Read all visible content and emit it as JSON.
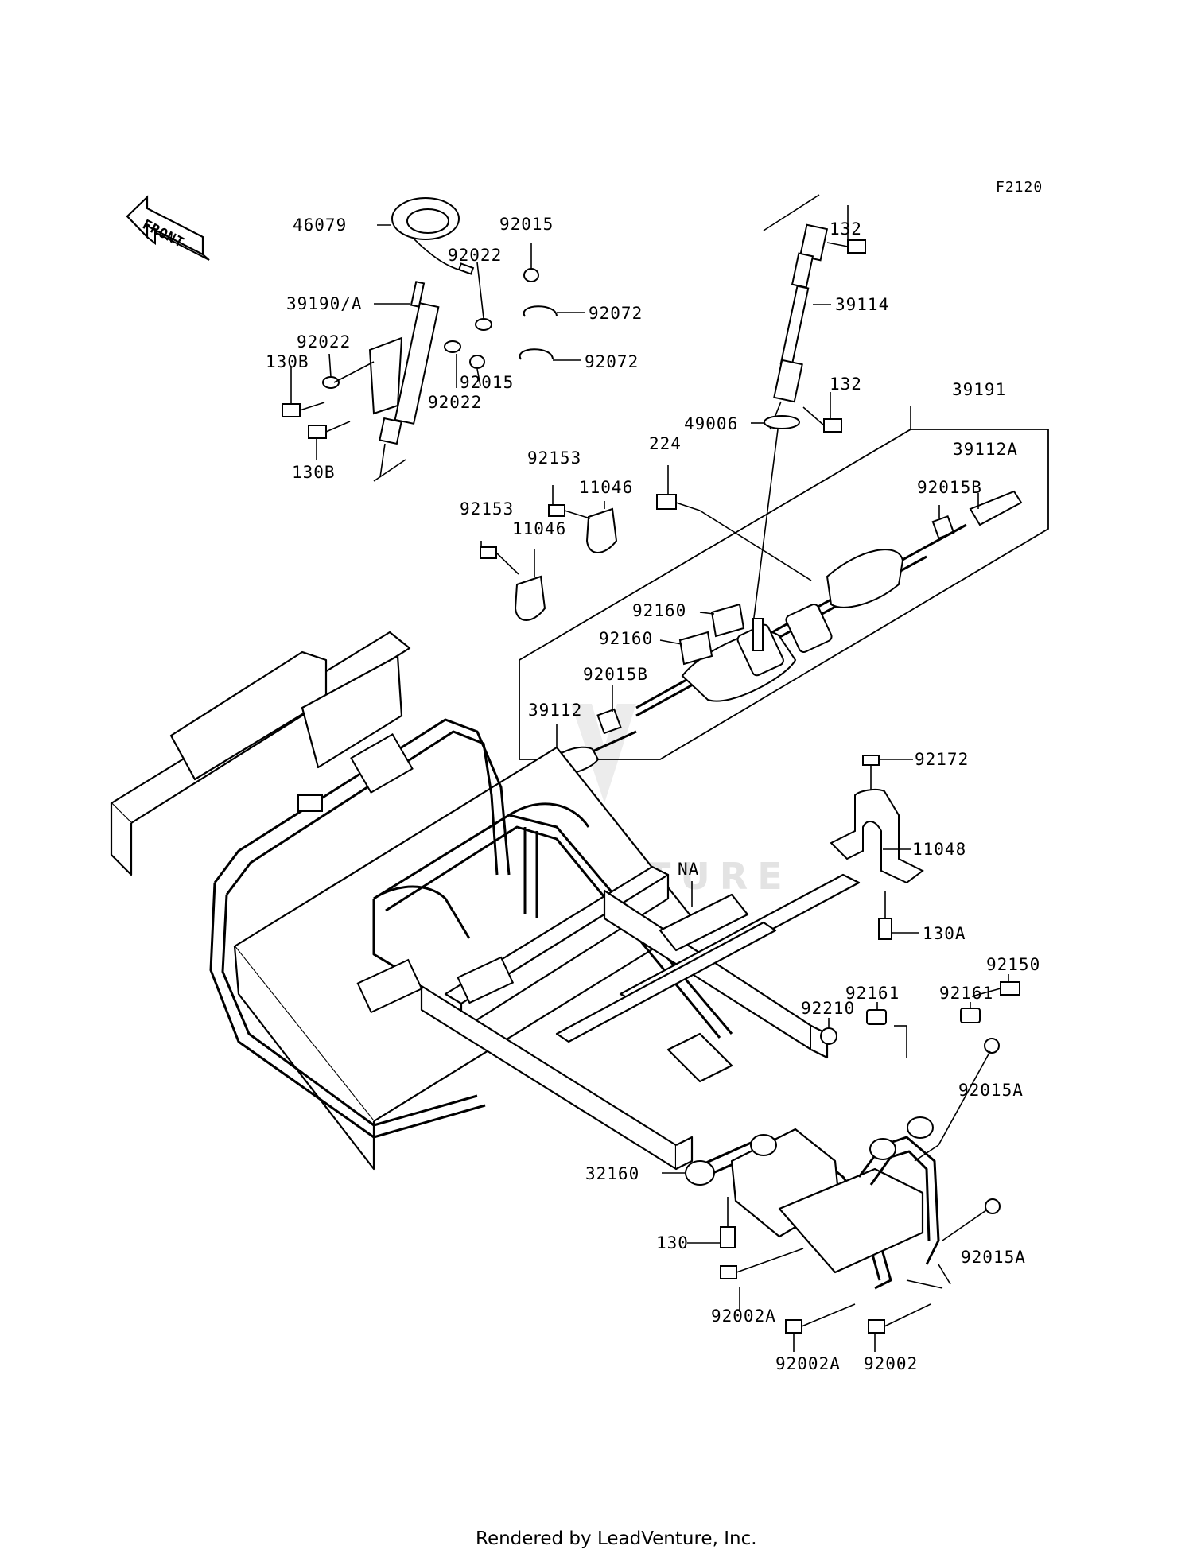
{
  "diagram": {
    "figure_code": "F2120",
    "front_label": "FRONT",
    "watermark": "LEADVENTURE",
    "footer": "Rendered by LeadVenture, Inc.",
    "callouts": [
      {
        "id": "46079",
        "text": "46079"
      },
      {
        "id": "92015-top",
        "text": "92015"
      },
      {
        "id": "92022-top",
        "text": "92022"
      },
      {
        "id": "39190A",
        "text": "39190/A"
      },
      {
        "id": "92072-a",
        "text": "92072"
      },
      {
        "id": "92022-left",
        "text": "92022"
      },
      {
        "id": "92072-b",
        "text": "92072"
      },
      {
        "id": "130B-a",
        "text": "130B"
      },
      {
        "id": "92015-mid",
        "text": "92015"
      },
      {
        "id": "92022-mid",
        "text": "92022"
      },
      {
        "id": "130B-b",
        "text": "130B"
      },
      {
        "id": "132-a",
        "text": "132"
      },
      {
        "id": "39114",
        "text": "39114"
      },
      {
        "id": "132-b",
        "text": "132"
      },
      {
        "id": "39191",
        "text": "39191"
      },
      {
        "id": "49006",
        "text": "49006"
      },
      {
        "id": "224",
        "text": "224"
      },
      {
        "id": "39112A",
        "text": "39112A"
      },
      {
        "id": "92153-a",
        "text": "92153"
      },
      {
        "id": "11046-a",
        "text": "11046"
      },
      {
        "id": "92015B-a",
        "text": "92015B"
      },
      {
        "id": "92153-b",
        "text": "92153"
      },
      {
        "id": "11046-b",
        "text": "11046"
      },
      {
        "id": "92160-a",
        "text": "92160"
      },
      {
        "id": "92160-b",
        "text": "92160"
      },
      {
        "id": "92015B-b",
        "text": "92015B"
      },
      {
        "id": "39112",
        "text": "39112"
      },
      {
        "id": "92172",
        "text": "92172"
      },
      {
        "id": "11048",
        "text": "11048"
      },
      {
        "id": "NA",
        "text": "NA"
      },
      {
        "id": "130A",
        "text": "130A"
      },
      {
        "id": "92150",
        "text": "92150"
      },
      {
        "id": "92161-a",
        "text": "92161"
      },
      {
        "id": "92161-b",
        "text": "92161"
      },
      {
        "id": "92210",
        "text": "92210"
      },
      {
        "id": "92015A-a",
        "text": "92015A"
      },
      {
        "id": "32160",
        "text": "32160"
      },
      {
        "id": "92015A-b",
        "text": "92015A"
      },
      {
        "id": "130",
        "text": "130"
      },
      {
        "id": "92002A-a",
        "text": "92002A"
      },
      {
        "id": "92002A-b",
        "text": "92002A"
      },
      {
        "id": "92002",
        "text": "92002"
      }
    ]
  }
}
